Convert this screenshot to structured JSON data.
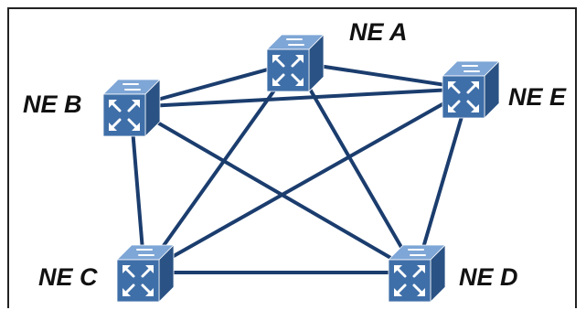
{
  "diagram": {
    "nodes": [
      {
        "id": "A",
        "label": "NE A",
        "icon": "network-switch-icon"
      },
      {
        "id": "B",
        "label": "NE B",
        "icon": "network-switch-icon"
      },
      {
        "id": "C",
        "label": "NE C",
        "icon": "network-switch-icon"
      },
      {
        "id": "D",
        "label": "NE D",
        "icon": "network-switch-icon"
      },
      {
        "id": "E",
        "label": "NE E",
        "icon": "network-switch-icon"
      }
    ],
    "links": [
      [
        "A",
        "B"
      ],
      [
        "A",
        "C"
      ],
      [
        "A",
        "D"
      ],
      [
        "A",
        "E"
      ],
      [
        "B",
        "C"
      ],
      [
        "B",
        "D"
      ],
      [
        "B",
        "E"
      ],
      [
        "C",
        "D"
      ],
      [
        "C",
        "E"
      ],
      [
        "D",
        "E"
      ]
    ],
    "colors": {
      "link": "#1b3d6e",
      "device_top": "#7ea6d6",
      "device_front": "#3f6fa8",
      "device_side": "#2a5284",
      "device_face": "#ffffff"
    }
  }
}
